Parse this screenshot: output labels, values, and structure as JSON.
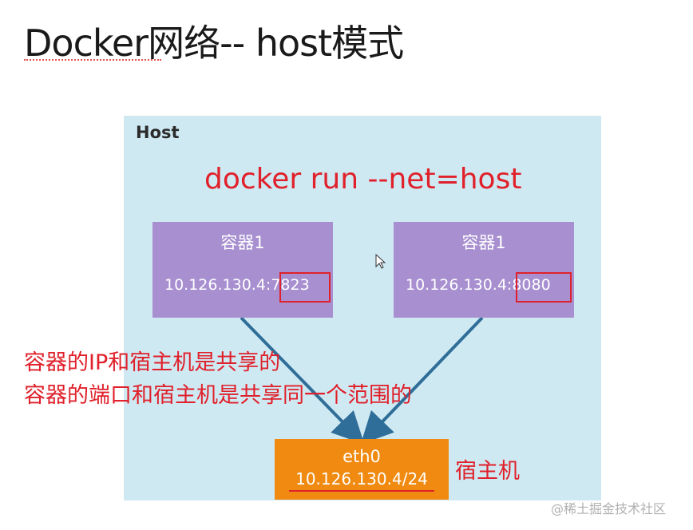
{
  "title": "Docker网络-- host模式",
  "host_label": "Host",
  "command": "docker run --net=host",
  "containers": [
    {
      "name": "容器1",
      "ip": "10.126.130.4:",
      "port": "7823"
    },
    {
      "name": "容器1",
      "ip": "10.126.130.4:",
      "port": "8080"
    }
  ],
  "notes": {
    "line1": "容器的IP和宿主机是共享的",
    "line2": "容器的端口和宿主机是共享同一个范围的"
  },
  "eth": {
    "name": "eth0",
    "ip": "10.126.130.4/24"
  },
  "host_machine_label": "宿主机",
  "watermark": "@稀土掘金技术社区",
  "colors": {
    "host_bg": "#cfe9f3",
    "container_bg": "#a78fd0",
    "eth_bg": "#f08a10",
    "highlight_red": "#e0202a",
    "arrow": "#2f6e98"
  }
}
